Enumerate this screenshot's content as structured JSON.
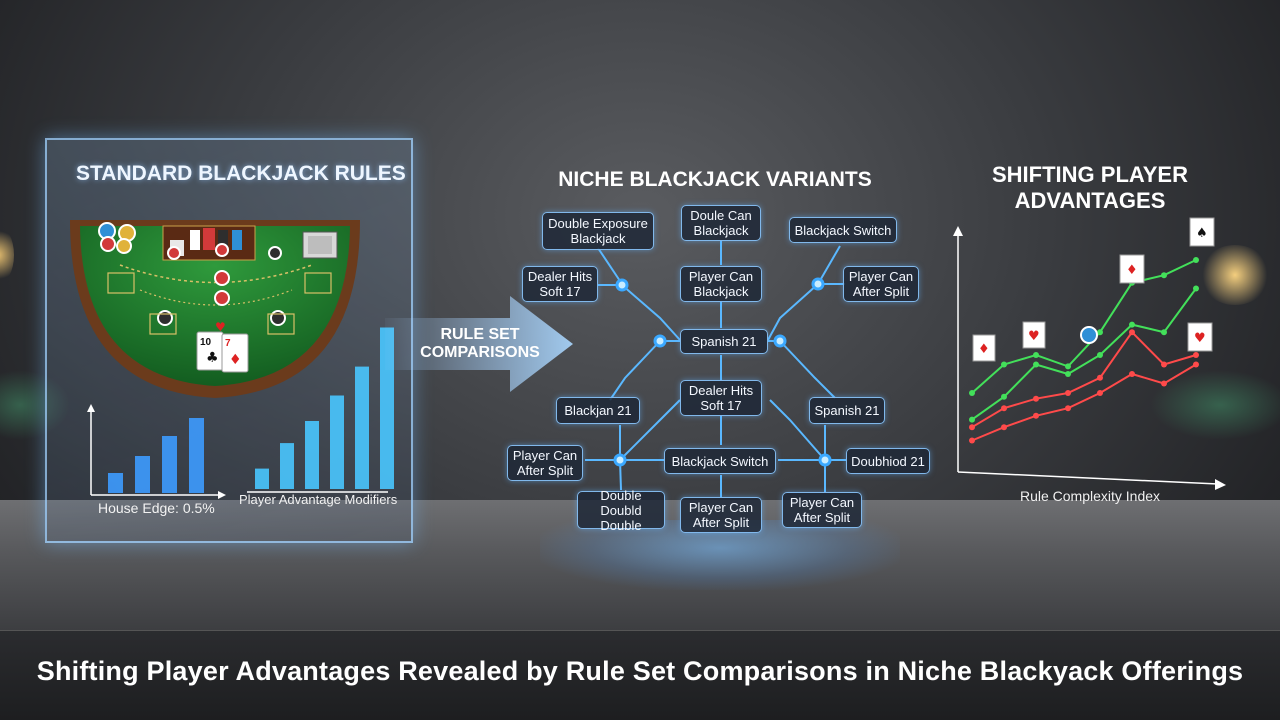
{
  "caption": "Shifting Player Advantages Revealed by Rule Set Comparisons in Niche Blackyack Offerings",
  "left_panel": {
    "title": "STANDARD BLACKJACK RULES",
    "house_edge_label": "House Edge: 0.5%",
    "modifiers_label": "Player Advantage Modifiers",
    "card_ranks": [
      "10",
      "7"
    ]
  },
  "center": {
    "title": "NICHE BLACKJACK VARIANTS",
    "arrow_label": "RULE SET COMPARISONS",
    "nodes": [
      "Double Exposure Blackjack",
      "Doule Can Blackjack",
      "Blackjack Switch",
      "Dealer Hits Soft 17",
      "Player Can Blackjack",
      "Player Can After Split",
      "Spanish 21",
      "Dealer Hits Soft 17",
      "Blackjan 21",
      "Spanish 21",
      "Player Can After Split",
      "Blackjack Switch",
      "Doubhiod 21",
      "Double Doubld Double",
      "Player Can After Split",
      "Player Can After Split"
    ]
  },
  "right_panel": {
    "title": "SHIFTING PLAYER ADVANTAGES",
    "xlabel": "Rule Complexity Index"
  },
  "chart_data": [
    {
      "type": "bar",
      "title": "",
      "xlabel": "House Edge: 0.5%",
      "values": [
        0.2,
        0.37,
        0.57,
        0.75
      ],
      "color": "#3d9bff"
    },
    {
      "type": "bar",
      "title": "",
      "xlabel": "Player Advantage Modifiers",
      "values": [
        0.12,
        0.27,
        0.4,
        0.55,
        0.72,
        0.95
      ],
      "color": "#49c7ff"
    },
    {
      "type": "line",
      "title": "SHIFTING PLAYER ADVANTAGES",
      "xlabel": "Rule Complexity Index",
      "ylabel": "",
      "x": [
        0,
        1,
        2,
        3,
        4,
        5,
        6,
        7
      ],
      "series": [
        {
          "values": [
            0.3,
            0.45,
            0.5,
            0.44,
            0.62,
            0.88,
            0.92,
            1.0
          ],
          "color": "#43e05a"
        },
        {
          "values": [
            0.16,
            0.28,
            0.45,
            0.4,
            0.5,
            0.66,
            0.62,
            0.85
          ],
          "color": "#43e05a"
        },
        {
          "values": [
            0.12,
            0.22,
            0.27,
            0.3,
            0.38,
            0.62,
            0.45,
            0.5
          ],
          "color": "#ff4a4a"
        },
        {
          "values": [
            0.05,
            0.12,
            0.18,
            0.22,
            0.3,
            0.4,
            0.35,
            0.45
          ],
          "color": "#ff4a4a"
        }
      ],
      "grid": false
    }
  ]
}
